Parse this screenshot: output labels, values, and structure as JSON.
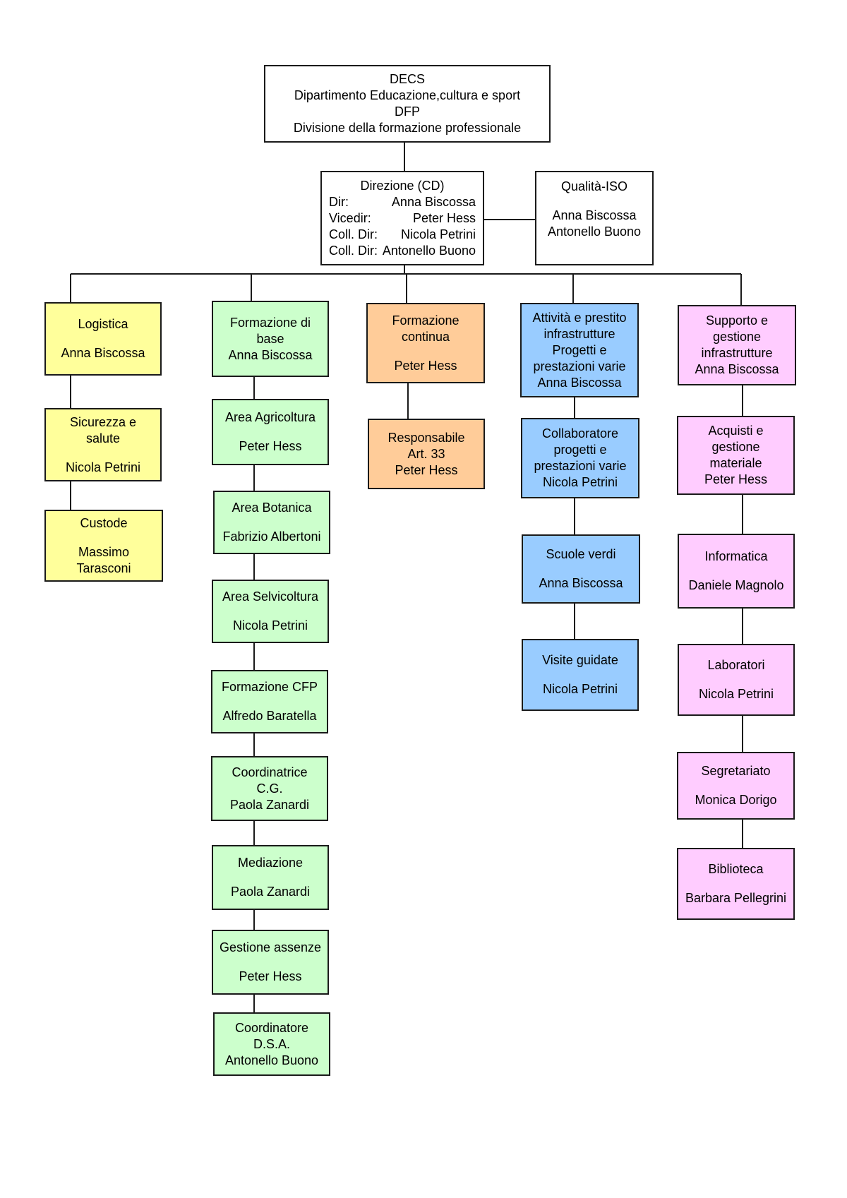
{
  "colors": {
    "yellow": "#ffff9b",
    "green": "#ccffcc",
    "orange": "#ffcc99",
    "blue": "#99ccff",
    "pink": "#ffccff",
    "line": "#1a1a1a"
  },
  "top": {
    "lines": [
      "DECS",
      "Dipartimento Educazione,cultura e sport",
      "DFP",
      "Divisione della formazione professionale"
    ]
  },
  "direzione": {
    "title": "Direzione (CD)",
    "rows": [
      {
        "role": "Dir:",
        "name": "Anna Biscossa"
      },
      {
        "role": "Vicedir:",
        "name": "Peter Hess"
      },
      {
        "role": "Coll. Dir:",
        "name": "Nicola Petrini"
      },
      {
        "role": "Coll. Dir:",
        "name": "Antonello Buono"
      }
    ]
  },
  "qualita": {
    "title": "Qualità-ISO",
    "names": [
      "Anna Biscossa",
      "Antonello Buono"
    ]
  },
  "columns": [
    {
      "id": "logistica",
      "color": "yellow",
      "boxes": [
        {
          "title": [
            "Logistica"
          ],
          "names": [
            "Anna Biscossa"
          ]
        },
        {
          "title": [
            "Sicurezza e",
            "salute"
          ],
          "names": [
            "Nicola Petrini"
          ]
        },
        {
          "title": [
            "Custode"
          ],
          "names": [
            "Massimo",
            "Tarasconi"
          ]
        }
      ]
    },
    {
      "id": "formazione-base",
      "color": "green",
      "boxes": [
        {
          "title": [
            "Formazione di",
            "base",
            "Anna Biscossa"
          ],
          "names": []
        },
        {
          "title": [
            "Area Agricoltura"
          ],
          "names": [
            "Peter Hess"
          ]
        },
        {
          "title": [
            "Area Botanica"
          ],
          "names": [
            "Fabrizio Albertoni"
          ]
        },
        {
          "title": [
            "Area Selvicoltura"
          ],
          "names": [
            "Nicola Petrini"
          ]
        },
        {
          "title": [
            "Formazione CFP"
          ],
          "names": [
            "Alfredo Baratella"
          ]
        },
        {
          "title": [
            "Coordinatrice",
            "C.G.",
            "Paola Zanardi"
          ],
          "names": []
        },
        {
          "title": [
            "Mediazione"
          ],
          "names": [
            "Paola Zanardi"
          ]
        },
        {
          "title": [
            "Gestione assenze"
          ],
          "names": [
            "Peter Hess"
          ]
        },
        {
          "title": [
            "Coordinatore",
            "D.S.A.",
            "Antonello Buono"
          ],
          "names": []
        }
      ]
    },
    {
      "id": "formazione-continua",
      "color": "orange",
      "boxes": [
        {
          "title": [
            "Formazione",
            "continua"
          ],
          "names": [
            "Peter Hess"
          ]
        },
        {
          "title": [
            "Responsabile",
            "Art. 33",
            "Peter Hess"
          ],
          "names": []
        }
      ]
    },
    {
      "id": "attivita",
      "color": "blue",
      "boxes": [
        {
          "title": [
            "Attività e prestito",
            "infrastrutture",
            "Progetti e",
            "prestazioni varie",
            "Anna Biscossa"
          ],
          "names": []
        },
        {
          "title": [
            "Collaboratore",
            "progetti e",
            "prestazioni varie",
            "Nicola Petrini"
          ],
          "names": []
        },
        {
          "title": [
            "Scuole verdi"
          ],
          "names": [
            "Anna Biscossa"
          ]
        },
        {
          "title": [
            "Visite guidate"
          ],
          "names": [
            "Nicola Petrini"
          ]
        }
      ]
    },
    {
      "id": "supporto",
      "color": "pink",
      "boxes": [
        {
          "title": [
            "Supporto e",
            "gestione",
            "infrastrutture",
            "Anna Biscossa"
          ],
          "names": []
        },
        {
          "title": [
            "Acquisti e",
            "gestione",
            "materiale",
            "Peter Hess"
          ],
          "names": []
        },
        {
          "title": [
            "Informatica"
          ],
          "names": [
            "Daniele Magnolo"
          ]
        },
        {
          "title": [
            "Laboratori"
          ],
          "names": [
            "Nicola Petrini"
          ]
        },
        {
          "title": [
            "Segretariato"
          ],
          "names": [
            "Monica Dorigo"
          ]
        },
        {
          "title": [
            "Biblioteca"
          ],
          "names": [
            "Barbara Pellegrini"
          ]
        }
      ]
    }
  ]
}
